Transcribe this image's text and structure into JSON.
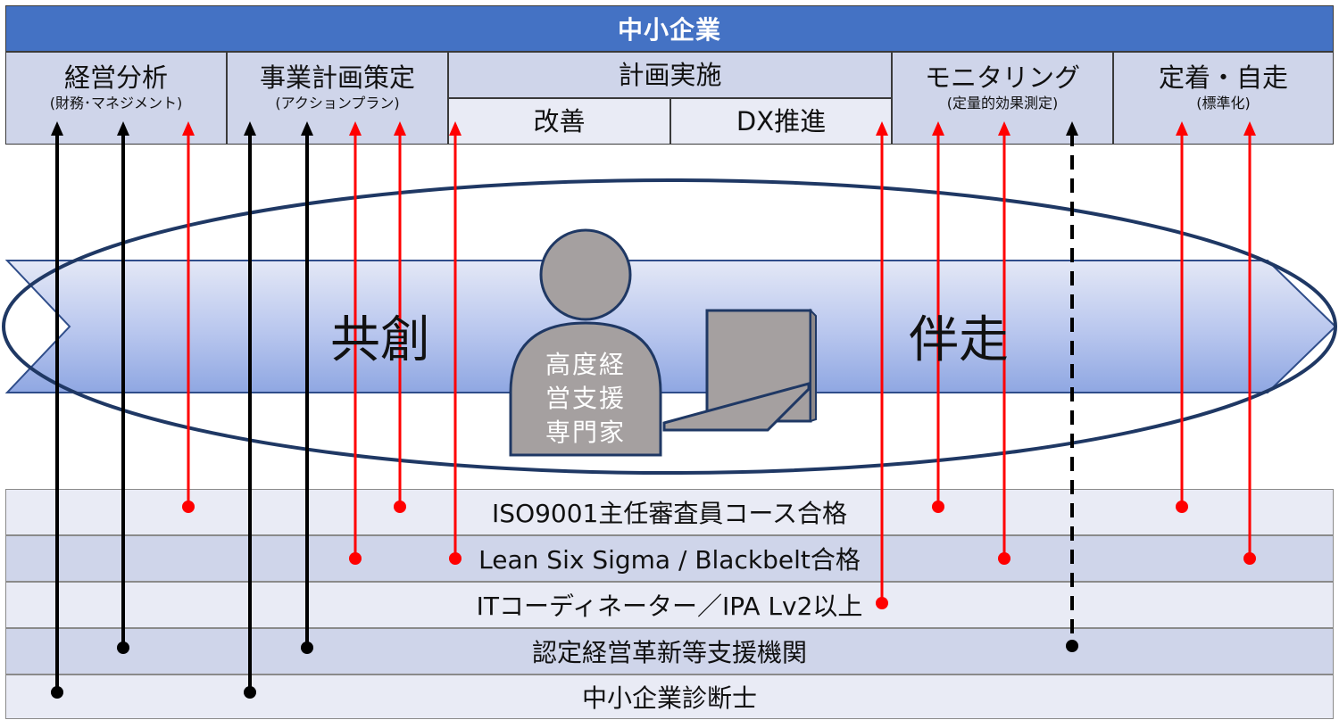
{
  "header": {
    "title": "中小企業"
  },
  "phases": [
    {
      "label": "経営分析",
      "sub": "(財務･マネジメント)"
    },
    {
      "label": "事業計画策定",
      "sub": "(アクションプラン)"
    },
    {
      "label": "計画実施",
      "children": [
        "改善",
        "DX推進"
      ]
    },
    {
      "label": "モニタリング",
      "sub": "(定量的効果測定)"
    },
    {
      "label": "定着・自走",
      "sub": "(標準化)"
    }
  ],
  "center": {
    "left_word": "共創",
    "right_word": "伴走",
    "person_text": [
      "高度経",
      "営支援",
      "専門家"
    ]
  },
  "qualifications": [
    "ISO9001主任審査員コース合格",
    "Lean Six Sigma / Blackbelt合格",
    "ITコーディネーター／IPA Lv2以上",
    "認定経営革新等支援機関",
    "中小企業診断士"
  ],
  "colors": {
    "header": "#4472c4",
    "cell_dark": "#cfd5ea",
    "cell_light": "#e9ebf5",
    "red_line": "#ff0000",
    "black_line": "#000000",
    "ellipse_stroke": "#1f3864",
    "person_fill": "#a5a0a0"
  }
}
